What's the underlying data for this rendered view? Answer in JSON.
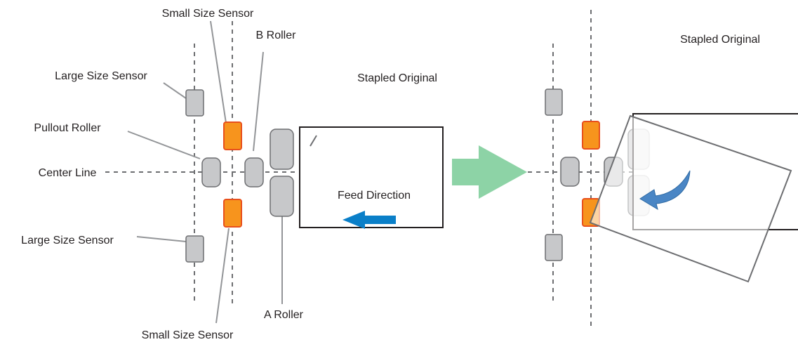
{
  "labels": {
    "small_size_sensor_top": "Small Size Sensor",
    "b_roller": "B Roller",
    "large_size_sensor_top": "Large Size Sensor",
    "pullout_roller": "Pullout Roller",
    "center_line": "Center Line",
    "large_size_sensor_bottom": "Large Size Sensor",
    "a_roller": "A Roller",
    "small_size_sensor_bottom": "Small Size Sensor",
    "stapled_original_left": "Stapled Original",
    "stapled_original_right": "Stapled Original",
    "feed_direction": "Feed Direction"
  },
  "colors": {
    "sensor_gray_fill": "#c7c8ca",
    "sensor_gray_stroke": "#6d6e71",
    "small_sensor_fill": "#f7941d",
    "small_sensor_stroke": "#e8501d",
    "arrow_blue": "#0a7fc8",
    "transition_arrow_green": "#8dd3a6",
    "rotate_arrow_blue": "#4a86c5",
    "leader_line_gray": "#939598",
    "dashed_line_gray": "#6d6e71",
    "paper_stroke": "#231f20"
  },
  "icons": {
    "transition_arrow": "right-arrow-icon",
    "feed_arrow": "left-arrow-icon",
    "rotation_arrow": "curved-arrow-icon"
  }
}
